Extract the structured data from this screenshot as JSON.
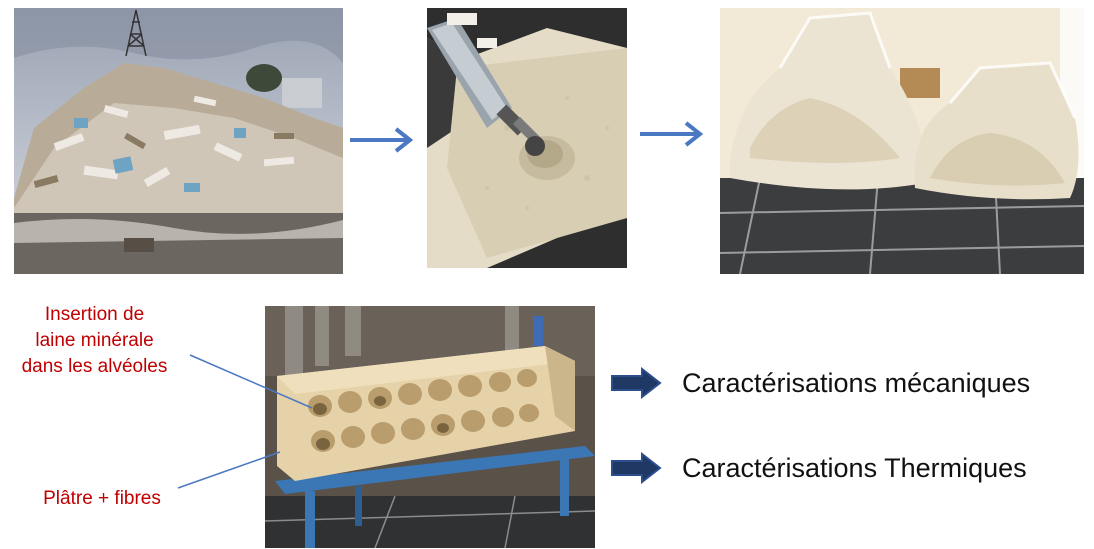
{
  "diagram": {
    "annotations": {
      "insertion": "Insertion de\nlaine minérale\ndans les alvéoles",
      "platre": "Plâtre + fibres"
    },
    "results": [
      {
        "label": "Caractérisations mécaniques"
      },
      {
        "label": "Caractérisations Thermiques"
      }
    ],
    "photos": [
      {
        "icon": "rubble-pile-photo"
      },
      {
        "icon": "grinding-powder-photo"
      },
      {
        "icon": "powder-bags-photo"
      },
      {
        "icon": "perforated-brick-photo"
      }
    ],
    "colors": {
      "annotation": "#c00000",
      "flow_arrow": "#4a78c2",
      "result_arrow": "#1f3864",
      "callout_line": "#4a78c2"
    }
  }
}
